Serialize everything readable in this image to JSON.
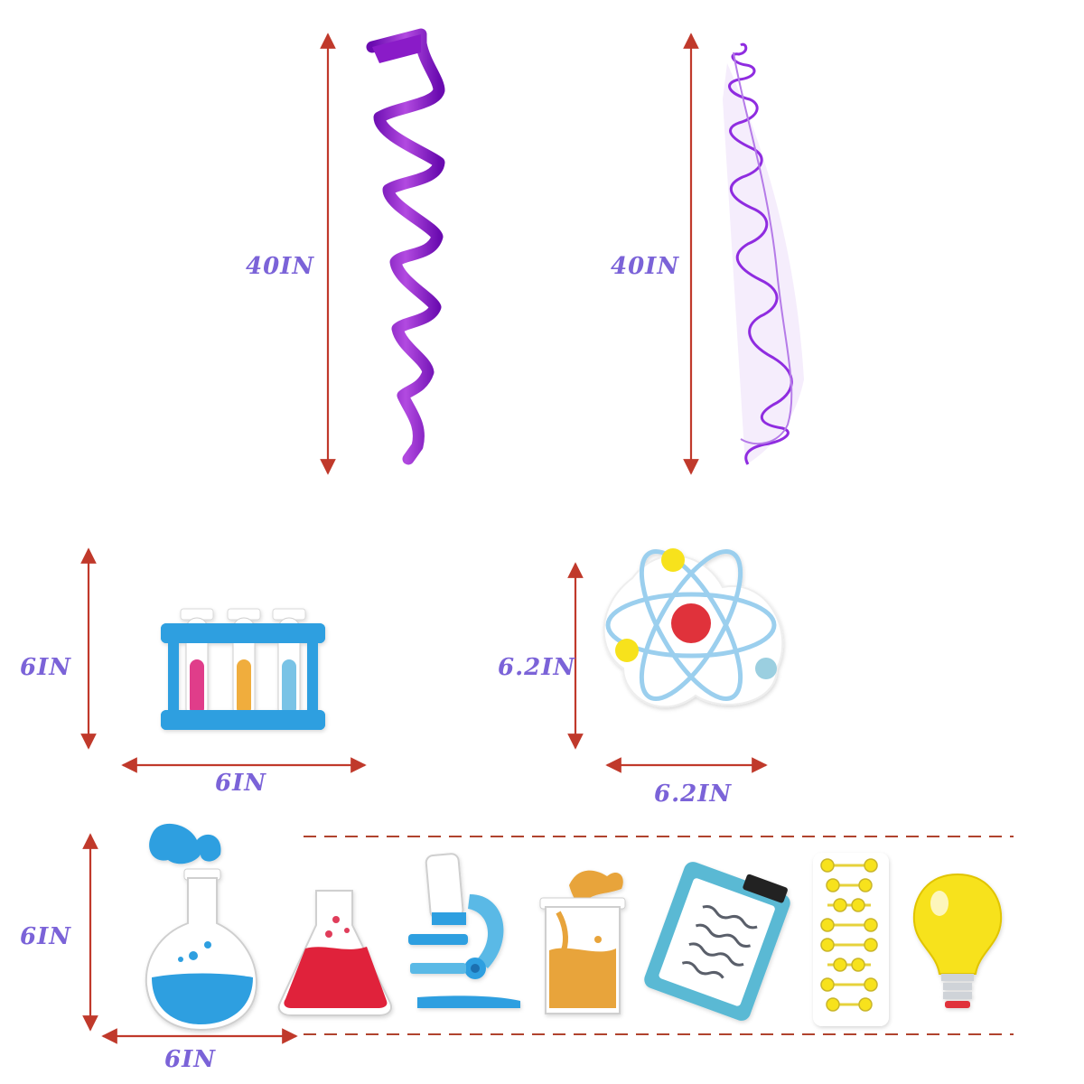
{
  "labels": {
    "streamer_left_height": "40IN",
    "streamer_right_height": "40IN",
    "test_tubes_height": "6IN",
    "test_tubes_width": "6IN",
    "atom_height": "6.2IN",
    "atom_width": "6.2IN",
    "cutouts_height": "6IN",
    "cutouts_width": "6IN"
  },
  "items": [
    "spiral-streamer-solid",
    "spiral-streamer-sheer",
    "test-tube-rack",
    "atom",
    "round-flask",
    "erlenmeyer-flask",
    "microscope",
    "beaker",
    "clipboard",
    "dna-helix",
    "light-bulb"
  ],
  "colors": {
    "arrow": "#c0392b",
    "label": "#7b63d8",
    "streamer": "#8a1bc8",
    "dashed_line": "#b0432e",
    "blue": "#2f9fe0",
    "red": "#e0203a",
    "orange": "#e8a43a",
    "yellow": "#f7e21b",
    "pink": "#e03c8a",
    "light_blue": "#9bd0ec"
  }
}
